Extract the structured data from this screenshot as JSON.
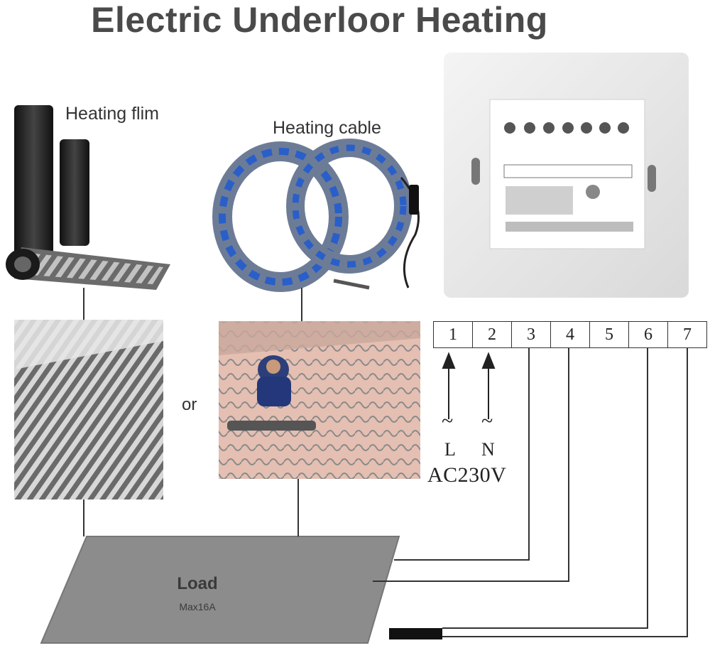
{
  "title": "Electric Underloor Heating",
  "heating_film": {
    "label": "Heating flim"
  },
  "heating_cable": {
    "label": "Heating cable"
  },
  "or_label": "or",
  "terminals": [
    "1",
    "2",
    "3",
    "4",
    "5",
    "6",
    "7"
  ],
  "inputs": {
    "l_symbol": "~",
    "n_symbol": "~",
    "l_label": "L",
    "n_label": "N",
    "voltage": "AC230V"
  },
  "load": {
    "label": "Load",
    "sublabel": "Max16A"
  },
  "colors": {
    "cable_blue": "#2a5fc9",
    "load_gray": "#8c8c8c",
    "wire": "#333333"
  }
}
